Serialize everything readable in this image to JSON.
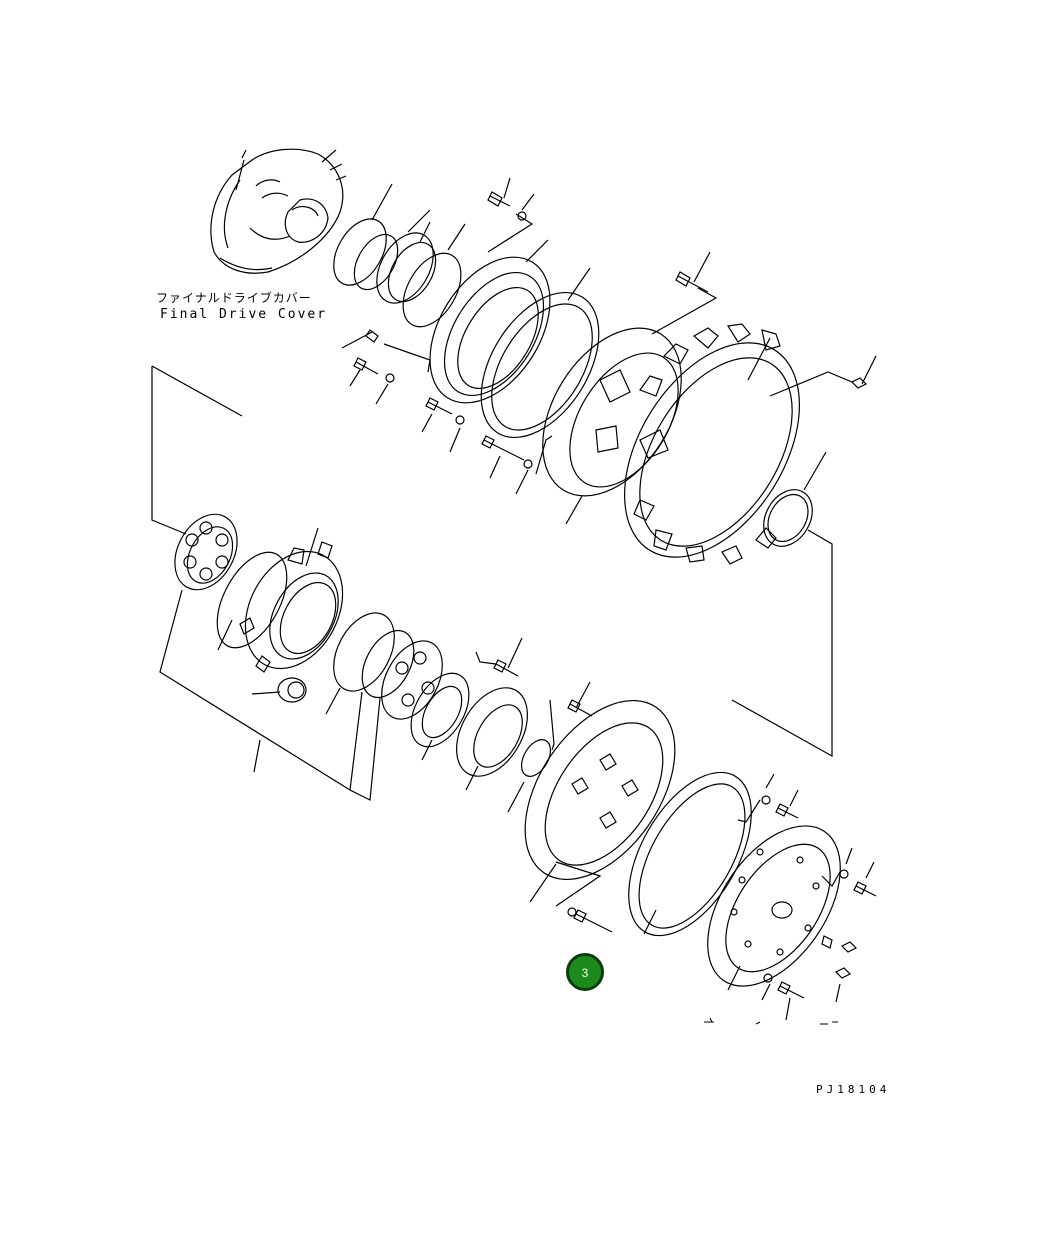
{
  "diagram": {
    "cover_label_jp": "ファイナルドライブカバー",
    "cover_label_en": "Final Drive Cover",
    "ref_code": "PJ18104",
    "callout_number": "3",
    "callout_color": "#1d8a1d",
    "line_color": "#000000"
  }
}
